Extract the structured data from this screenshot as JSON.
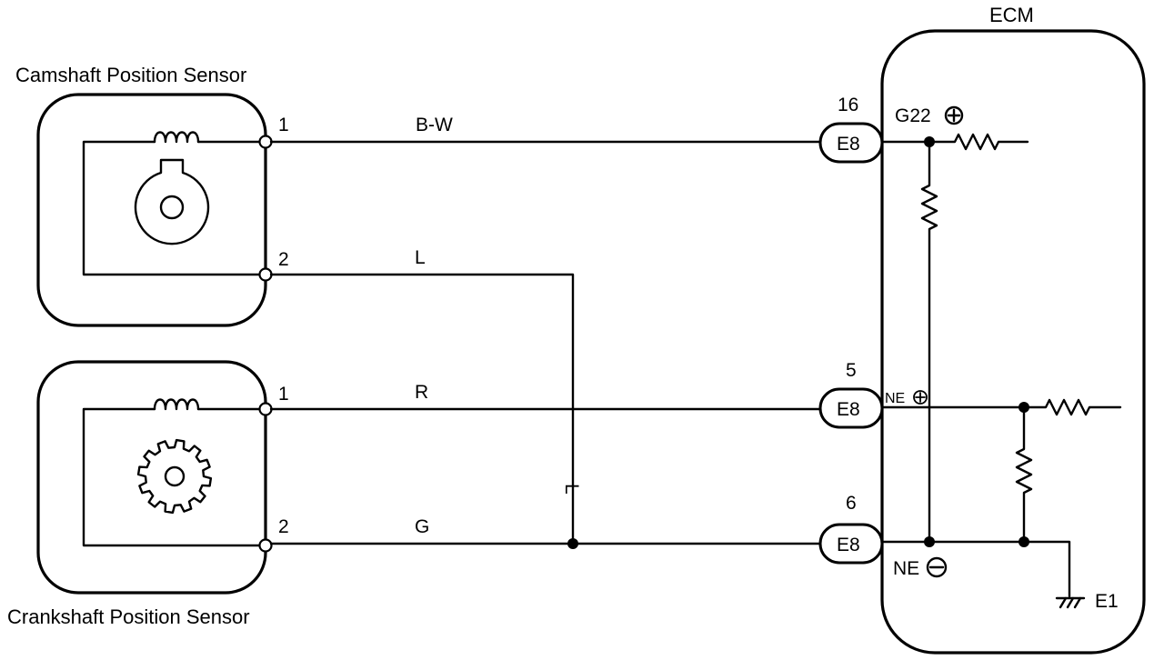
{
  "ecm": {
    "title": "ECM",
    "pins": {
      "g22": "G22",
      "ne_plus": "NE",
      "ne_minus": "NE",
      "e1": "E1"
    }
  },
  "sensors": {
    "camshaft": {
      "title": "Camshaft Position Sensor",
      "terminal_1": "1",
      "terminal_2": "2"
    },
    "crankshaft": {
      "title": "Crankshaft Position Sensor",
      "terminal_1": "1",
      "terminal_2": "2"
    }
  },
  "wires": {
    "cam_1": "B-W",
    "cam_2": "L",
    "crank_1": "R",
    "crank_2": "G",
    "vertical": "L"
  },
  "connectors": {
    "c16": {
      "pin": "16",
      "label": "E8"
    },
    "c5": {
      "pin": "5",
      "label": "E8"
    },
    "c6": {
      "pin": "6",
      "label": "E8"
    }
  }
}
